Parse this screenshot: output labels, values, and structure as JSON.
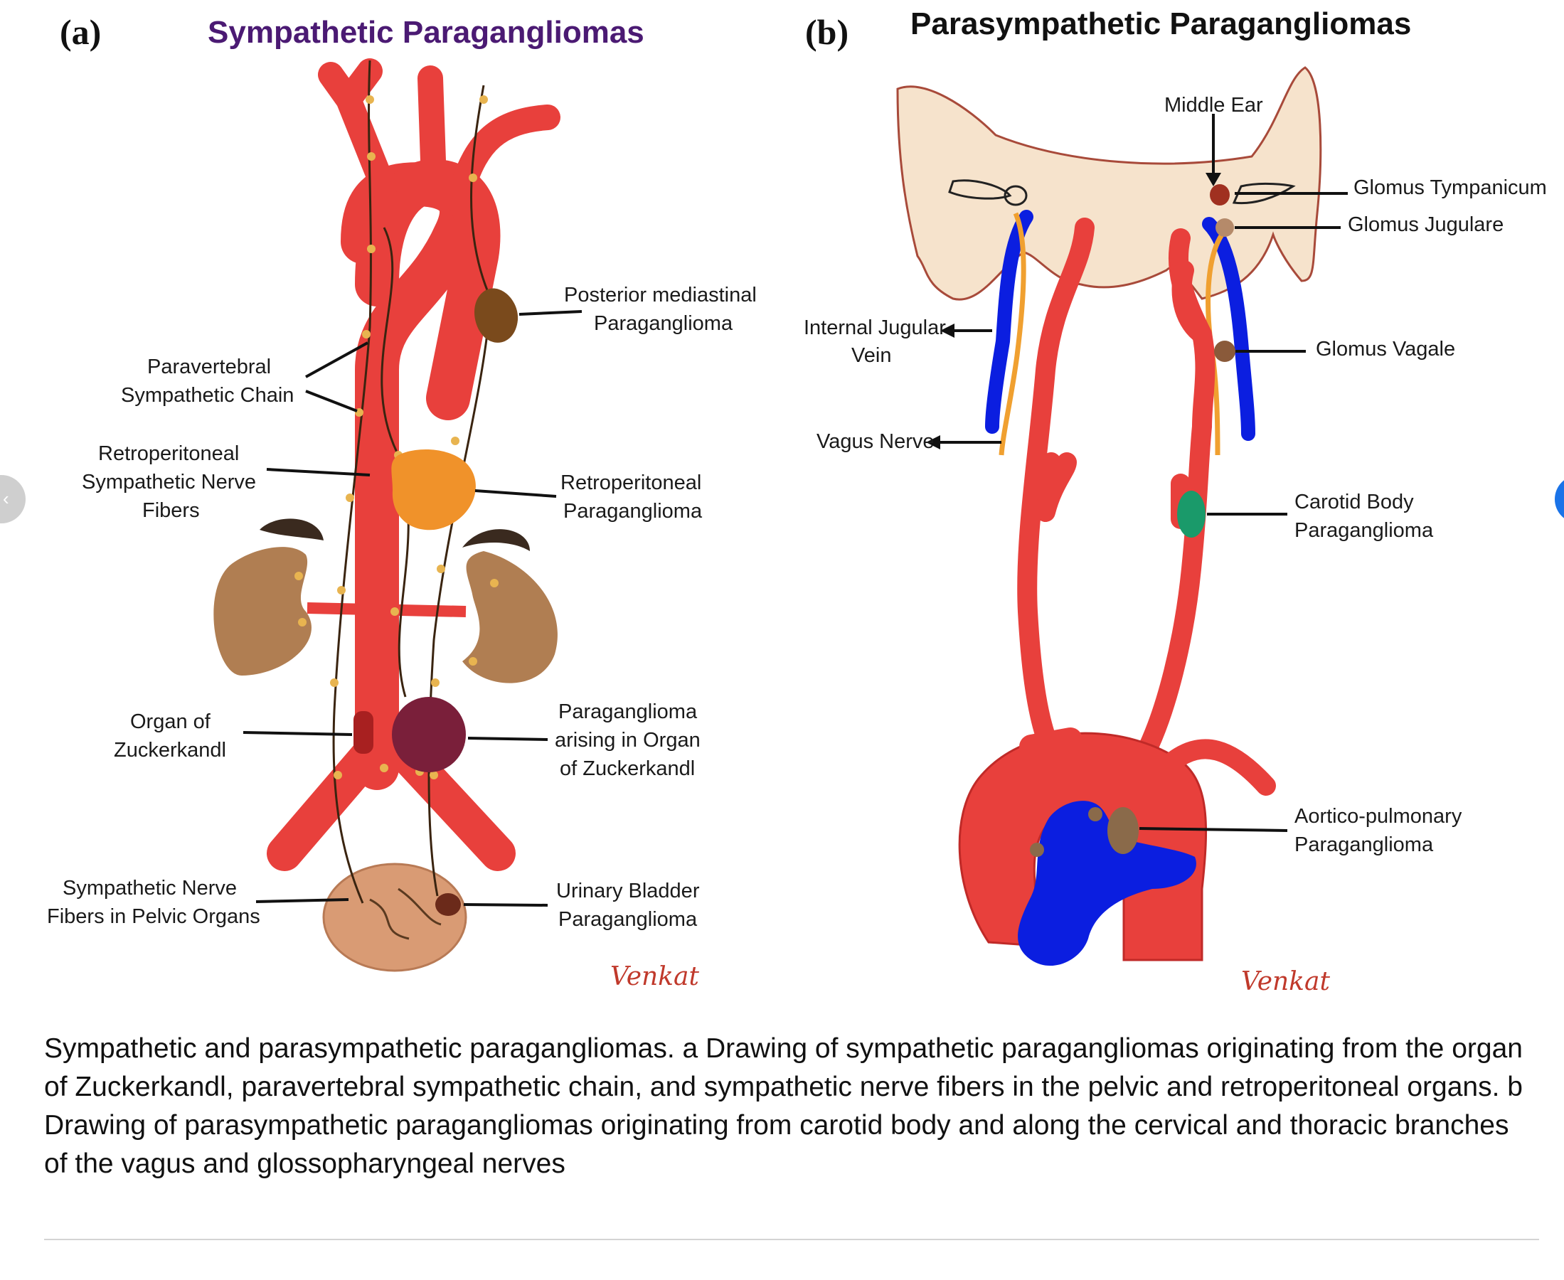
{
  "panel_a": {
    "letter": "(a)",
    "title": "Sympathetic Paragangliomas",
    "labels": {
      "posterior_1": "Posterior mediastinal",
      "posterior_2": "Paraganglioma",
      "paravertebral_1": "Paravertebral",
      "paravertebral_2": "Sympathetic Chain",
      "retro_fibers_1": "Retroperitoneal",
      "retro_fibers_2": "Sympathetic Nerve",
      "retro_fibers_3": "Fibers",
      "retro_pgl_1": "Retroperitoneal",
      "retro_pgl_2": "Paraganglioma",
      "zuckerkandl_1": "Organ of",
      "zuckerkandl_2": "Zuckerkandl",
      "pgl_zuck_1": "Paraganglioma",
      "pgl_zuck_2": "arising in Organ",
      "pgl_zuck_3": "of Zuckerkandl",
      "pelvic_1": "Sympathetic Nerve",
      "pelvic_2": "Fibers in Pelvic Organs",
      "bladder_1": "Urinary Bladder",
      "bladder_2": "Paraganglioma"
    },
    "signature": "Venkat"
  },
  "panel_b": {
    "letter": "(b)",
    "title": "Parasympathetic Paragangliomas",
    "labels": {
      "middle_ear": "Middle Ear",
      "tympanicum": "Glomus Tympanicum",
      "jugulare": "Glomus Jugulare",
      "ijv_1": "Internal Jugular",
      "ijv_2": "Vein",
      "vagale": "Glomus Vagale",
      "vagus": "Vagus Nerve",
      "carotid_1": "Carotid  Body",
      "carotid_2": "Paraganglioma",
      "aortico_1": "Aortico-pulmonary",
      "aortico_2": "Paraganglioma"
    },
    "signature": "Venkat"
  },
  "colors": {
    "artery": "#e8403c",
    "vein": "#0b1ee0",
    "nerve_orange": "#f0a030",
    "kidney": "#b07e52",
    "tumor_orange": "#f0922a",
    "skull": "#f6e3cc"
  },
  "caption": "Sympathetic and parasympathetic paragangliomas. a Drawing of sympathetic paragangliomas originating from the organ of Zuckerkandl, paravertebral sympathetic chain, and sympathetic nerve fibers in the pelvic and retroperitoneal organs. b Drawing of parasympathetic paragangliomas originating from carotid body and along the cervical and thoracic branches of the vagus and glossopharyngeal nerves"
}
